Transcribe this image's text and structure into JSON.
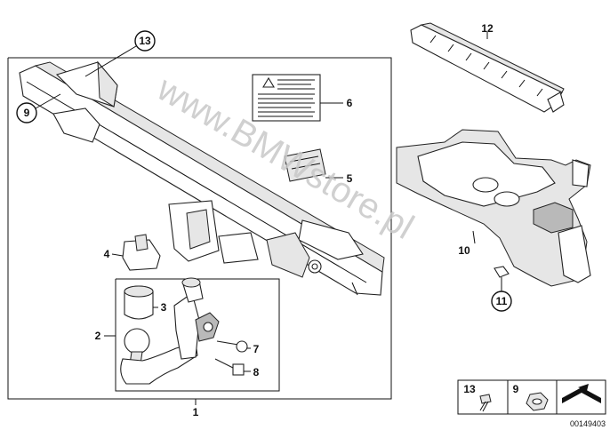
{
  "diagram": {
    "labels": {
      "p1": "1",
      "p2": "2",
      "p3": "3",
      "p4": "4",
      "p5": "5",
      "p6": "6",
      "p7": "7",
      "p8": "8",
      "p9": "9",
      "p10": "10",
      "p11": "11",
      "p12": "12",
      "p13": "13"
    },
    "watermark": "www.BMWstore.pl",
    "legend": {
      "left_num": "13",
      "right_num": "9"
    },
    "diagram_number": "00149403"
  }
}
